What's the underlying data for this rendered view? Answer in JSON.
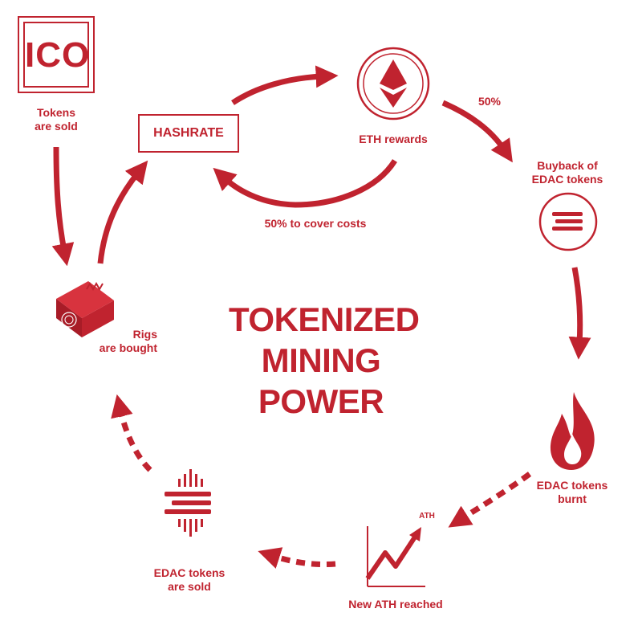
{
  "colors": {
    "accent": "#c0232f",
    "background": "#ffffff"
  },
  "center_title": {
    "line1": "TOKENIZED",
    "line2": "MINING",
    "line3": "POWER"
  },
  "nodes": {
    "ico": {
      "text": "ICO",
      "label_line1": "Tokens",
      "label_line2": "are sold"
    },
    "hashrate": {
      "text": "HASHRATE"
    },
    "eth": {
      "icon": "ethereum-icon",
      "label": "ETH rewards"
    },
    "buyback": {
      "icon": "edac-token-icon",
      "label_line1": "Buyback of",
      "label_line2": "EDAC tokens"
    },
    "burn": {
      "icon": "flame-icon",
      "label_line1": "EDAC tokens",
      "label_line2": "burnt"
    },
    "ath": {
      "icon": "chart-up-icon",
      "chart_label": "ATH",
      "label": "New ATH reached"
    },
    "sold": {
      "icon": "edac-logo-icon",
      "label_line1": "EDAC tokens",
      "label_line2": "are sold"
    },
    "rigs": {
      "icon": "mining-rig-icon",
      "label_line1": "Rigs",
      "label_line2": "are bought"
    }
  },
  "edges": {
    "eth_to_buyback": "50%",
    "eth_to_hashrate": "50% to cover costs"
  }
}
